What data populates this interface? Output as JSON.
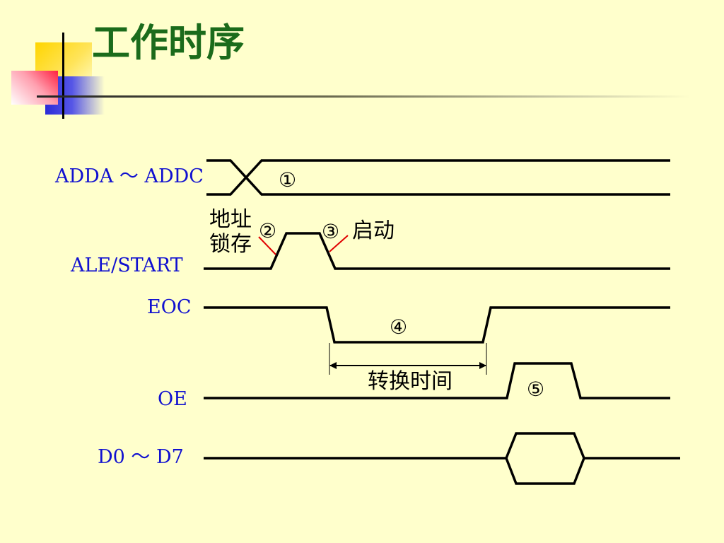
{
  "title": "工作时序",
  "signals": {
    "address": "ADDA ～ ADDC",
    "ale_start": "ALE/START",
    "eoc": "EOC",
    "oe": "OE",
    "data": "D0  ～  D7"
  },
  "annotations": {
    "latch_line1": "地址",
    "latch_line2": "锁存",
    "start": "启动",
    "conversion_time": "转换时间"
  },
  "markers": [
    "①",
    "②",
    "③",
    "④",
    "⑤"
  ],
  "colors": {
    "background": "#FFFFCC",
    "title": "#1B6B1B",
    "signal_label": "#1010D0",
    "waveform": "#000000",
    "pointer": "#E00000"
  }
}
